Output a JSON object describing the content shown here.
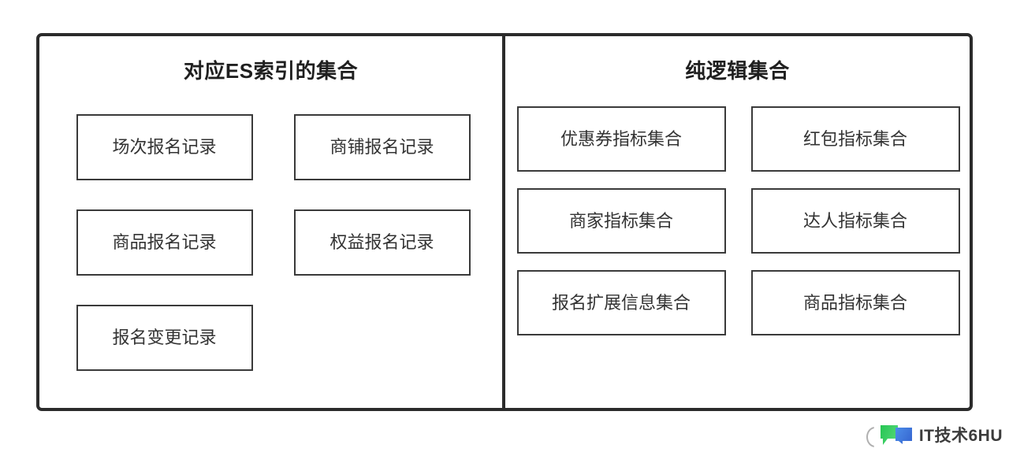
{
  "diagram": {
    "panels": [
      {
        "id": "es-index-collections",
        "title": "对应ES索引的集合",
        "boxes": [
          "场次报名记录",
          "商铺报名记录",
          "商品报名记录",
          "权益报名记录",
          "报名变更记录"
        ]
      },
      {
        "id": "pure-logic-collections",
        "title": "纯逻辑集合",
        "boxes": [
          "优惠券指标集合",
          "红包指标集合",
          "商家指标集合",
          "达人指标集合",
          "报名扩展信息集合",
          "商品指标集合"
        ]
      }
    ]
  },
  "watermark": {
    "text": "IT技术6HU",
    "logo_icon": "speech-bubble-icon",
    "logo_color_start": "#19c24a",
    "logo_color_end": "#2f6ddb",
    "text_color": "#2e2e2e"
  },
  "colors": {
    "page_background": "#ffffff",
    "panel_border": "#2b2b2b",
    "box_border": "#3a3a3a",
    "title_text": "#1f1f1f",
    "box_text": "#333333"
  }
}
